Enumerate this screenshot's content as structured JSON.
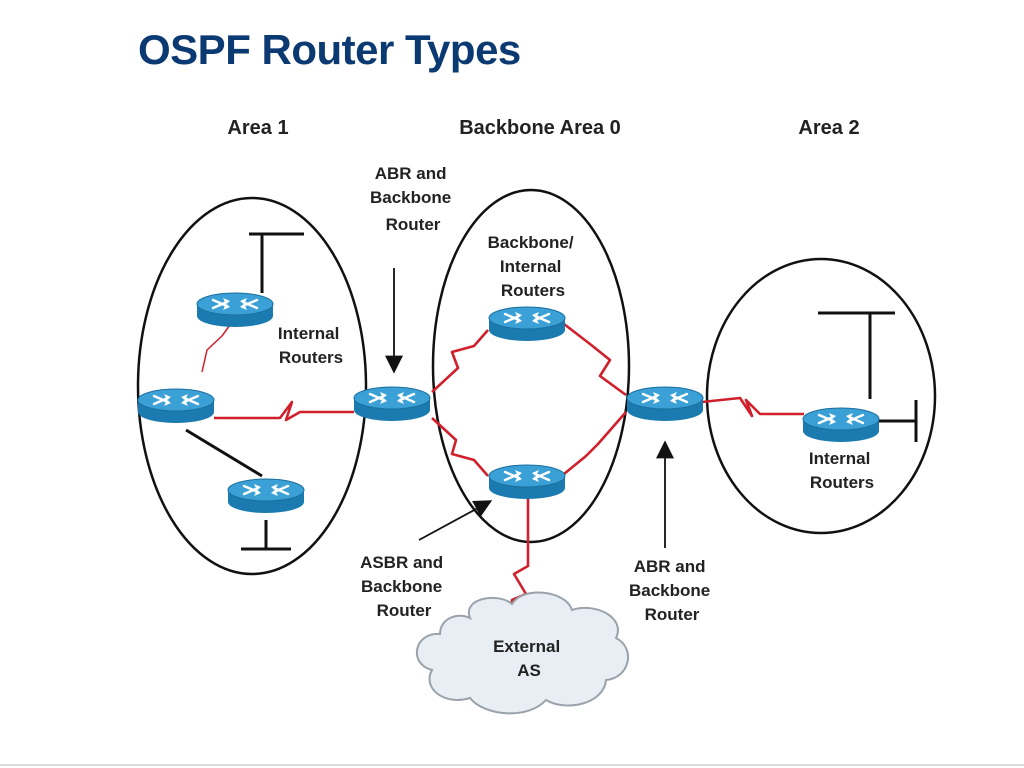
{
  "title": "OSPF Router Types",
  "area_titles": {
    "area1": "Area 1",
    "area0": "Backbone Area 0",
    "area2": "Area 2"
  },
  "labels": {
    "abr_top": [
      "ABR and",
      "Backbone",
      "Router"
    ],
    "backbone_internal": [
      "Backbone/",
      "Internal",
      "Routers"
    ],
    "internal_area1": [
      "Internal",
      "Routers"
    ],
    "internal_area2": [
      "Internal",
      "Routers"
    ],
    "asbr": [
      "ASBR and",
      "Backbone",
      "Router"
    ],
    "abr_bottom": [
      "ABR and",
      "Backbone",
      "Router"
    ],
    "external_as": [
      "External",
      "AS"
    ]
  },
  "colors": {
    "title": "#0b3a73",
    "serial_link": "#d0202c",
    "router_top": "#3aa0d6",
    "router_side": "#1b7bb0"
  }
}
